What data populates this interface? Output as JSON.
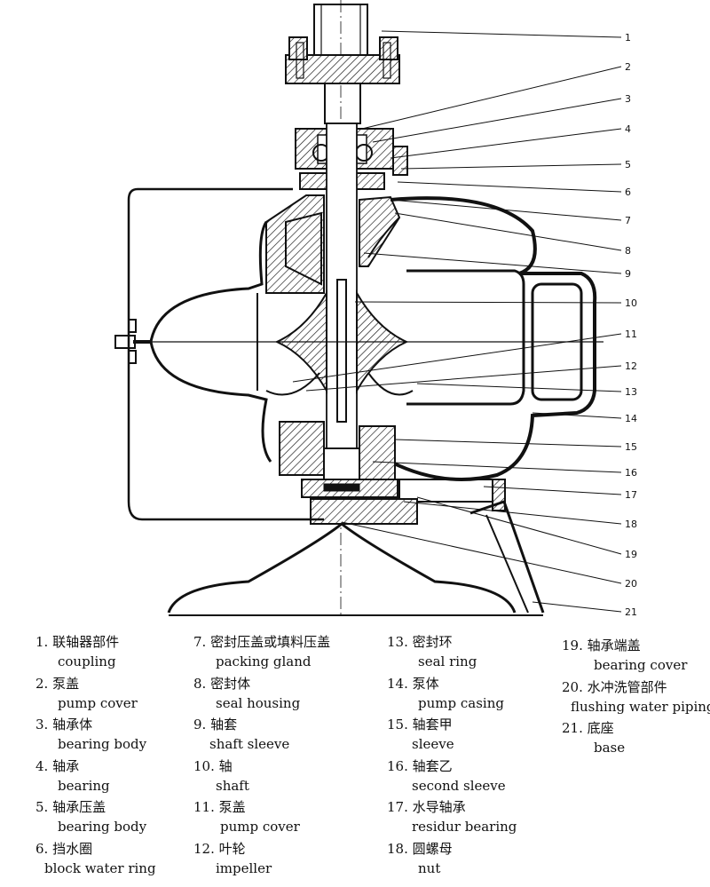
{
  "callouts": [
    "1",
    "2",
    "3",
    "4",
    "5",
    "6",
    "7",
    "8",
    "9",
    "10",
    "11",
    "12",
    "13",
    "14",
    "15",
    "16",
    "17",
    "18",
    "19",
    "20",
    "21"
  ],
  "legend": {
    "col1": [
      {
        "zh": "1. 联轴器部件",
        "en": "coupling"
      },
      {
        "zh": "2. 泵盖",
        "en": "pump cover"
      },
      {
        "zh": "3. 轴承体",
        "en": "bearing body"
      },
      {
        "zh": "4. 轴承",
        "en": "bearing"
      },
      {
        "zh": "5. 轴承压盖",
        "en": "bearing body"
      },
      {
        "zh": "6. 挡水圈",
        "en": "block water ring"
      }
    ],
    "col2": [
      {
        "zh": "7. 密封压盖或填料压盖",
        "en": "packing gland"
      },
      {
        "zh": "8. 密封体",
        "en": "seal housing"
      },
      {
        "zh": "9. 轴套",
        "en": "shaft sleeve"
      },
      {
        "zh": "10. 轴",
        "en": "shaft"
      },
      {
        "zh": "11. 泵盖",
        "en": "pump cover"
      },
      {
        "zh": "12. 叶轮",
        "en": "impeller"
      }
    ],
    "col3": [
      {
        "zh": "13. 密封环",
        "en": "seal ring"
      },
      {
        "zh": "14. 泵体",
        "en": "pump casing"
      },
      {
        "zh": "15. 轴套甲",
        "en": "sleeve"
      },
      {
        "zh": "16. 轴套乙",
        "en": "second sleeve"
      },
      {
        "zh": "17. 水导轴承",
        "en": "residur bearing"
      },
      {
        "zh": "18. 圆螺母",
        "en": "nut"
      }
    ],
    "col4": [
      {
        "zh": "19. 轴承端盖",
        "en": "bearing cover"
      },
      {
        "zh": "20. 水冲洗管部件",
        "en": "flushing water piping"
      },
      {
        "zh": "21. 底座",
        "en": "base"
      }
    ]
  },
  "colors": {
    "line": "#111111",
    "background": "#ffffff"
  }
}
